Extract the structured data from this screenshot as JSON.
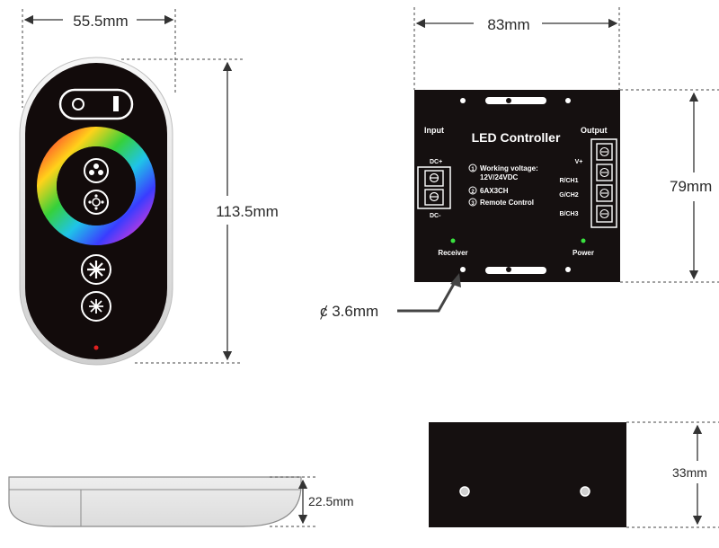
{
  "remote": {
    "width_label": "55.5mm",
    "height_label": "113.5mm",
    "thickness_label": "22.5mm"
  },
  "controller": {
    "width_label": "83mm",
    "height_label": "79mm",
    "depth_label": "33mm",
    "hole_label": "ȼ 3.6mm",
    "title": "LED Controller",
    "input_label": "Input",
    "output_label": "Output",
    "dc_plus": "DC+",
    "dc_minus": "DC-",
    "spec_1": "Working voltage:",
    "spec_1b": "12V/24VDC",
    "spec_2": "6AX3CH",
    "spec_3": "Remote Control",
    "spec_1_num": "1",
    "spec_2_num": "2",
    "spec_3_num": "3",
    "terminal_v": "V+",
    "terminal_r": "R/CH1",
    "terminal_g": "G/CH2",
    "terminal_b": "B/CH3",
    "receiver_label": "Receiver",
    "power_label": "Power"
  }
}
